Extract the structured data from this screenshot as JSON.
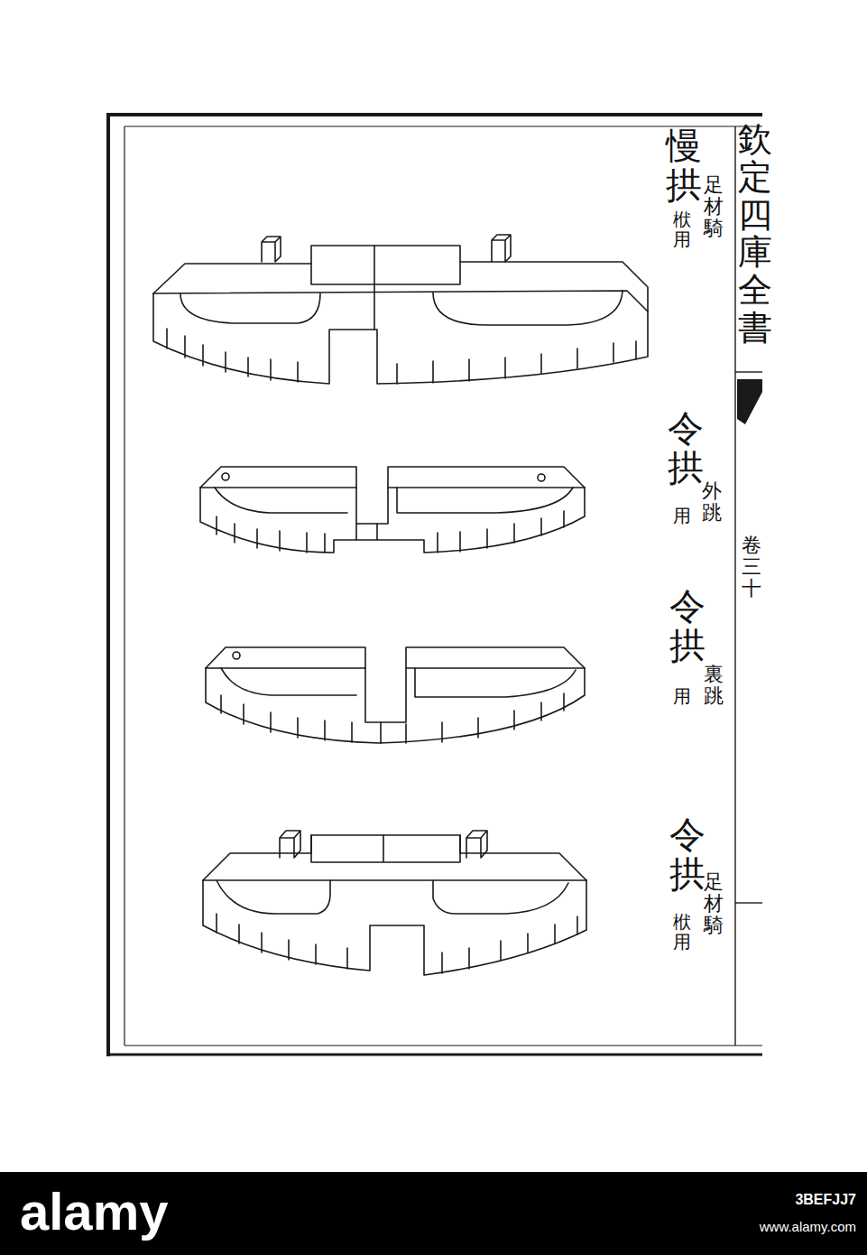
{
  "diagram": {
    "labels": [
      "欽定四庫全書",
      "卷三十",
      "慢拱",
      "足材騎",
      "栿用",
      "令拱",
      "外跳",
      "用",
      "令拱",
      "裏跳",
      "用",
      "令拱",
      "足材騎",
      "栿用",
      "alamy",
      "3BEFJJ7",
      "www.alamy.com"
    ]
  }
}
